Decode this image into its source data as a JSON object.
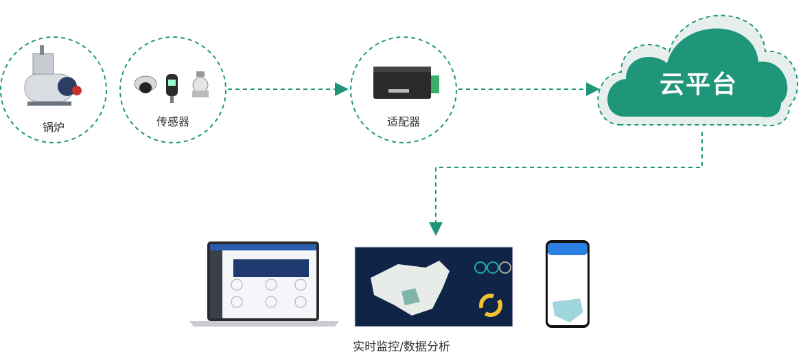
{
  "nodes": {
    "boiler": {
      "label": "锅炉"
    },
    "sensor": {
      "label": "传感器"
    },
    "adapter": {
      "label": "适配器"
    },
    "cloud": {
      "label": "云平台"
    }
  },
  "output": {
    "caption": "实时监控/数据分析"
  },
  "colors": {
    "accent": "#1f9679",
    "cloud_light": "#e6f0ee",
    "dashboard_bg": "#0f2447"
  }
}
